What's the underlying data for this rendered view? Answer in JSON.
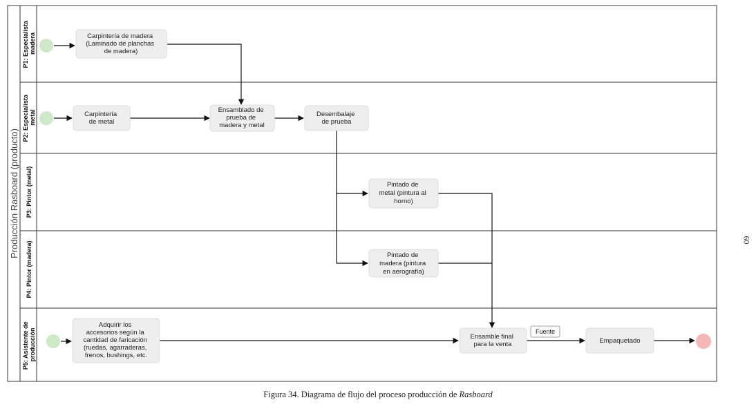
{
  "pool": {
    "title": "Producción Rasboard (producto)",
    "lanes": [
      {
        "id": "P1",
        "label": [
          "P1: Especialista",
          "madera"
        ]
      },
      {
        "id": "P2",
        "label": [
          "P2: Especialista",
          "metal"
        ]
      },
      {
        "id": "P3",
        "label": [
          "P3: Pintor (metal)"
        ]
      },
      {
        "id": "P4",
        "label": [
          "P4: Pintor (madera)"
        ]
      },
      {
        "id": "P5",
        "label": [
          "P5: Asistente de",
          "producción"
        ]
      }
    ]
  },
  "tasks": {
    "carpinteria_madera": [
      "Carpintería de madera",
      "(Laminado de planchas",
      "de madera)"
    ],
    "carpinteria_metal": [
      "Carpintería",
      "de metal"
    ],
    "ensamblado_prueba": [
      "Ensamblado de",
      "prueba de",
      "madera y metal"
    ],
    "desembalaje": [
      "Desembalaje",
      "de prueba"
    ],
    "pintado_metal": [
      "Pintado de",
      "metal (pintura al",
      "horno)"
    ],
    "pintado_madera": [
      "Pintado de",
      "madera (pintura",
      "en aerografía)"
    ],
    "adquirir": [
      "Adquirir los",
      "accesorios según la",
      "cantidad de faricación",
      "(ruedas, agarraderas,",
      "frenos, bushings, etc."
    ],
    "ensamble_final": [
      "Ensamble final",
      "para la venta"
    ],
    "empaquetado": [
      "Empaquetado"
    ]
  },
  "annotation": "Fuente",
  "colors": {
    "start_event": "#cfe8c8",
    "end_event": "#f4b6b6",
    "task_fill": "#eeeeee"
  },
  "caption": {
    "prefix": "Figura 34. Diagrama de flujo del proceso producción de ",
    "italic": "Rasboard"
  },
  "page_number": "60"
}
